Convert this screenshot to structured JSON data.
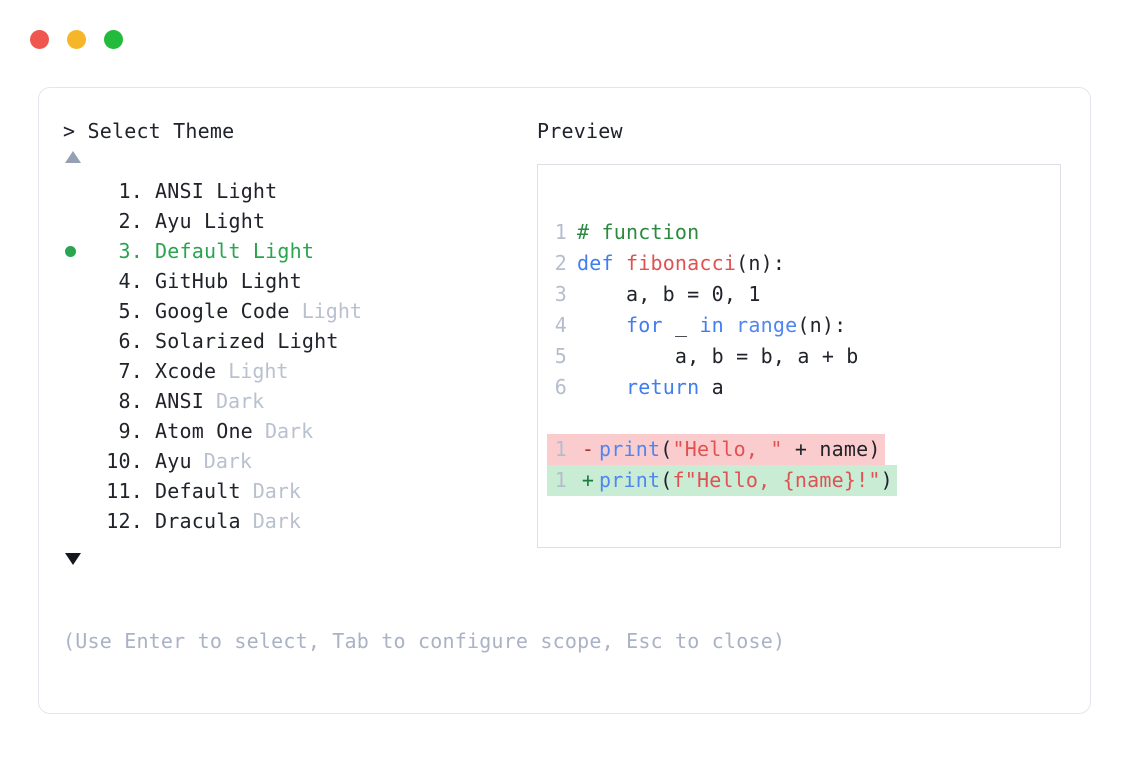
{
  "window": {
    "controls": [
      {
        "name": "close",
        "color": "#f05650"
      },
      {
        "name": "minimize",
        "color": "#f5b728"
      },
      {
        "name": "maximize",
        "color": "#22bb3c"
      }
    ]
  },
  "picker": {
    "prompt": "> Select Theme",
    "scroll_up_icon": "triangle-up",
    "scroll_down_icon": "triangle-down",
    "selected_index": 3,
    "selected_bullet": "•",
    "accent_color": "#2aa44f",
    "dim_color": "#b9c0cf",
    "items": [
      {
        "number": "1.",
        "name": "ANSI",
        "suffix": " Light",
        "suffix_dim": false,
        "selected": false
      },
      {
        "number": "2.",
        "name": "Ayu",
        "suffix": " Light",
        "suffix_dim": false,
        "selected": false
      },
      {
        "number": "3.",
        "name": "Default",
        "suffix": " Light",
        "suffix_dim": false,
        "selected": true
      },
      {
        "number": "4.",
        "name": "GitHub",
        "suffix": " Light",
        "suffix_dim": false,
        "selected": false
      },
      {
        "number": "5.",
        "name": "Google Code",
        "suffix": " Light",
        "suffix_dim": true,
        "selected": false
      },
      {
        "number": "6.",
        "name": "Solarized",
        "suffix": " Light",
        "suffix_dim": false,
        "selected": false
      },
      {
        "number": "7.",
        "name": "Xcode",
        "suffix": " Light",
        "suffix_dim": true,
        "selected": false
      },
      {
        "number": "8.",
        "name": "ANSI",
        "suffix": " Dark",
        "suffix_dim": true,
        "selected": false
      },
      {
        "number": "9.",
        "name": "Atom One",
        "suffix": " Dark",
        "suffix_dim": true,
        "selected": false
      },
      {
        "number": "10.",
        "name": "Ayu",
        "suffix": " Dark",
        "suffix_dim": true,
        "selected": false
      },
      {
        "number": "11.",
        "name": "Default",
        "suffix": " Dark",
        "suffix_dim": true,
        "selected": false
      },
      {
        "number": "12.",
        "name": "Dracula",
        "suffix": " Dark",
        "suffix_dim": true,
        "selected": false
      }
    ]
  },
  "footer": {
    "hint": "(Use Enter to select, Tab to configure scope, Esc to close)"
  },
  "preview": {
    "label": "Preview",
    "code_lines": [
      {
        "ln": "1",
        "tokens": [
          {
            "t": "# function",
            "c": "comment"
          }
        ]
      },
      {
        "ln": "2",
        "tokens": [
          {
            "t": "def ",
            "c": "keyword"
          },
          {
            "t": "fibonacci",
            "c": "func"
          },
          {
            "t": "(n):",
            "c": "plain"
          }
        ]
      },
      {
        "ln": "3",
        "tokens": [
          {
            "t": "    a, b = 0, 1",
            "c": "plain"
          }
        ]
      },
      {
        "ln": "4",
        "tokens": [
          {
            "t": "    ",
            "c": "plain"
          },
          {
            "t": "for",
            "c": "keyword"
          },
          {
            "t": " _ ",
            "c": "plain"
          },
          {
            "t": "in",
            "c": "keyword"
          },
          {
            "t": " ",
            "c": "plain"
          },
          {
            "t": "range",
            "c": "builtin"
          },
          {
            "t": "(n):",
            "c": "plain"
          }
        ]
      },
      {
        "ln": "5",
        "tokens": [
          {
            "t": "        a, b = b, a + b",
            "c": "plain"
          }
        ]
      },
      {
        "ln": "6",
        "tokens": [
          {
            "t": "    ",
            "c": "plain"
          },
          {
            "t": "return",
            "c": "keyword"
          },
          {
            "t": " a",
            "c": "plain"
          }
        ]
      }
    ],
    "diff_lines": [
      {
        "ln": "1",
        "sign": "-",
        "kind": "removed",
        "tokens": [
          {
            "t": "print",
            "c": "builtin"
          },
          {
            "t": "(",
            "c": "plain"
          },
          {
            "t": "\"Hello, \"",
            "c": "string"
          },
          {
            "t": " + name)",
            "c": "plain"
          }
        ]
      },
      {
        "ln": "1",
        "sign": "+",
        "kind": "added",
        "tokens": [
          {
            "t": "print",
            "c": "builtin"
          },
          {
            "t": "(",
            "c": "plain"
          },
          {
            "t": "f\"Hello, {name}!\"",
            "c": "string"
          },
          {
            "t": ")",
            "c": "plain"
          }
        ]
      }
    ]
  }
}
